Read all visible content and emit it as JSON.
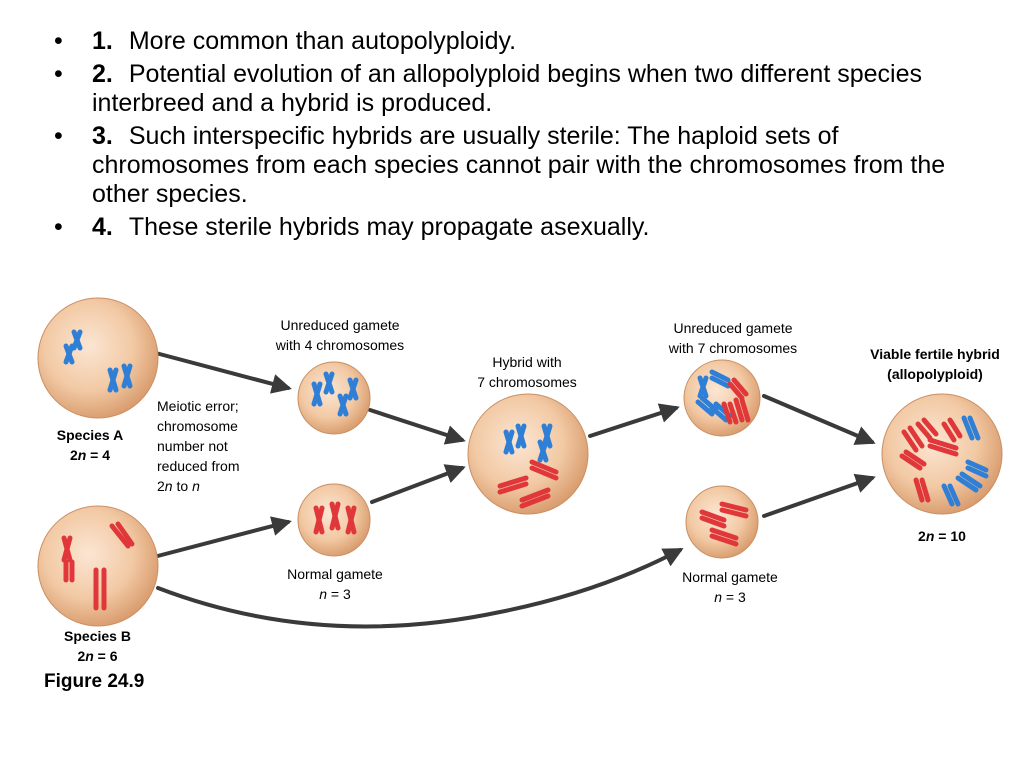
{
  "bullets": [
    {
      "num": "1.",
      "text": "More common than autopolyploidy."
    },
    {
      "num": "2.",
      "text": "Potential evolution of an allopolyploid begins when two different species interbreed and a hybrid is produced."
    },
    {
      "num": "3.",
      "text": "Such interspecific hybrids are usually sterile:  The haploid sets of chromosomes from each species cannot pair with the chromosomes from the other species."
    },
    {
      "num": "4.",
      "text": "These sterile hybrids may propagate asexually."
    }
  ],
  "labels": {
    "species_a_name": "Species A",
    "species_a_ploidy_prefix": "2",
    "species_a_ploidy_var": "n",
    "species_a_ploidy_suffix": " = 4",
    "species_b_name": "Species B",
    "species_b_ploidy_prefix": "2",
    "species_b_ploidy_var": "n",
    "species_b_ploidy_suffix": " = 6",
    "unreduced_gamete_1_line1": "Unreduced gamete",
    "unreduced_gamete_1_line2": "with 4 chromosomes",
    "meiotic_error_line1": "Meiotic error;",
    "meiotic_error_line2": "chromosome",
    "meiotic_error_line3": "number not",
    "meiotic_error_line4": "reduced from",
    "meiotic_error_line5_a": "2",
    "meiotic_error_line5_var1": "n",
    "meiotic_error_line5_b": " to ",
    "meiotic_error_line5_var2": "n",
    "normal_gamete_1_line1": "Normal gamete",
    "normal_gamete_1_var": "n",
    "normal_gamete_1_suffix": " = 3",
    "hybrid_line1": "Hybrid with",
    "hybrid_line2": "7 chromosomes",
    "unreduced_gamete_2_line1": "Unreduced gamete",
    "unreduced_gamete_2_line2": "with 7 chromosomes",
    "normal_gamete_2_line1": "Normal gamete",
    "normal_gamete_2_var": "n",
    "normal_gamete_2_suffix": " = 3",
    "viable_line1": "Viable fertile hybrid",
    "viable_line2": "(allopolyploid)",
    "viable_ploidy_prefix": "2",
    "viable_ploidy_var": "n",
    "viable_ploidy_suffix": " = 10"
  },
  "figure_caption": "Figure 24.9",
  "colors": {
    "cell_fill": "#f2c9a4",
    "cell_edge": "#c98f63",
    "blue_chromosome": "#2f7fd6",
    "red_chromosome": "#e0373a",
    "arrow": "#3a3a3a"
  }
}
